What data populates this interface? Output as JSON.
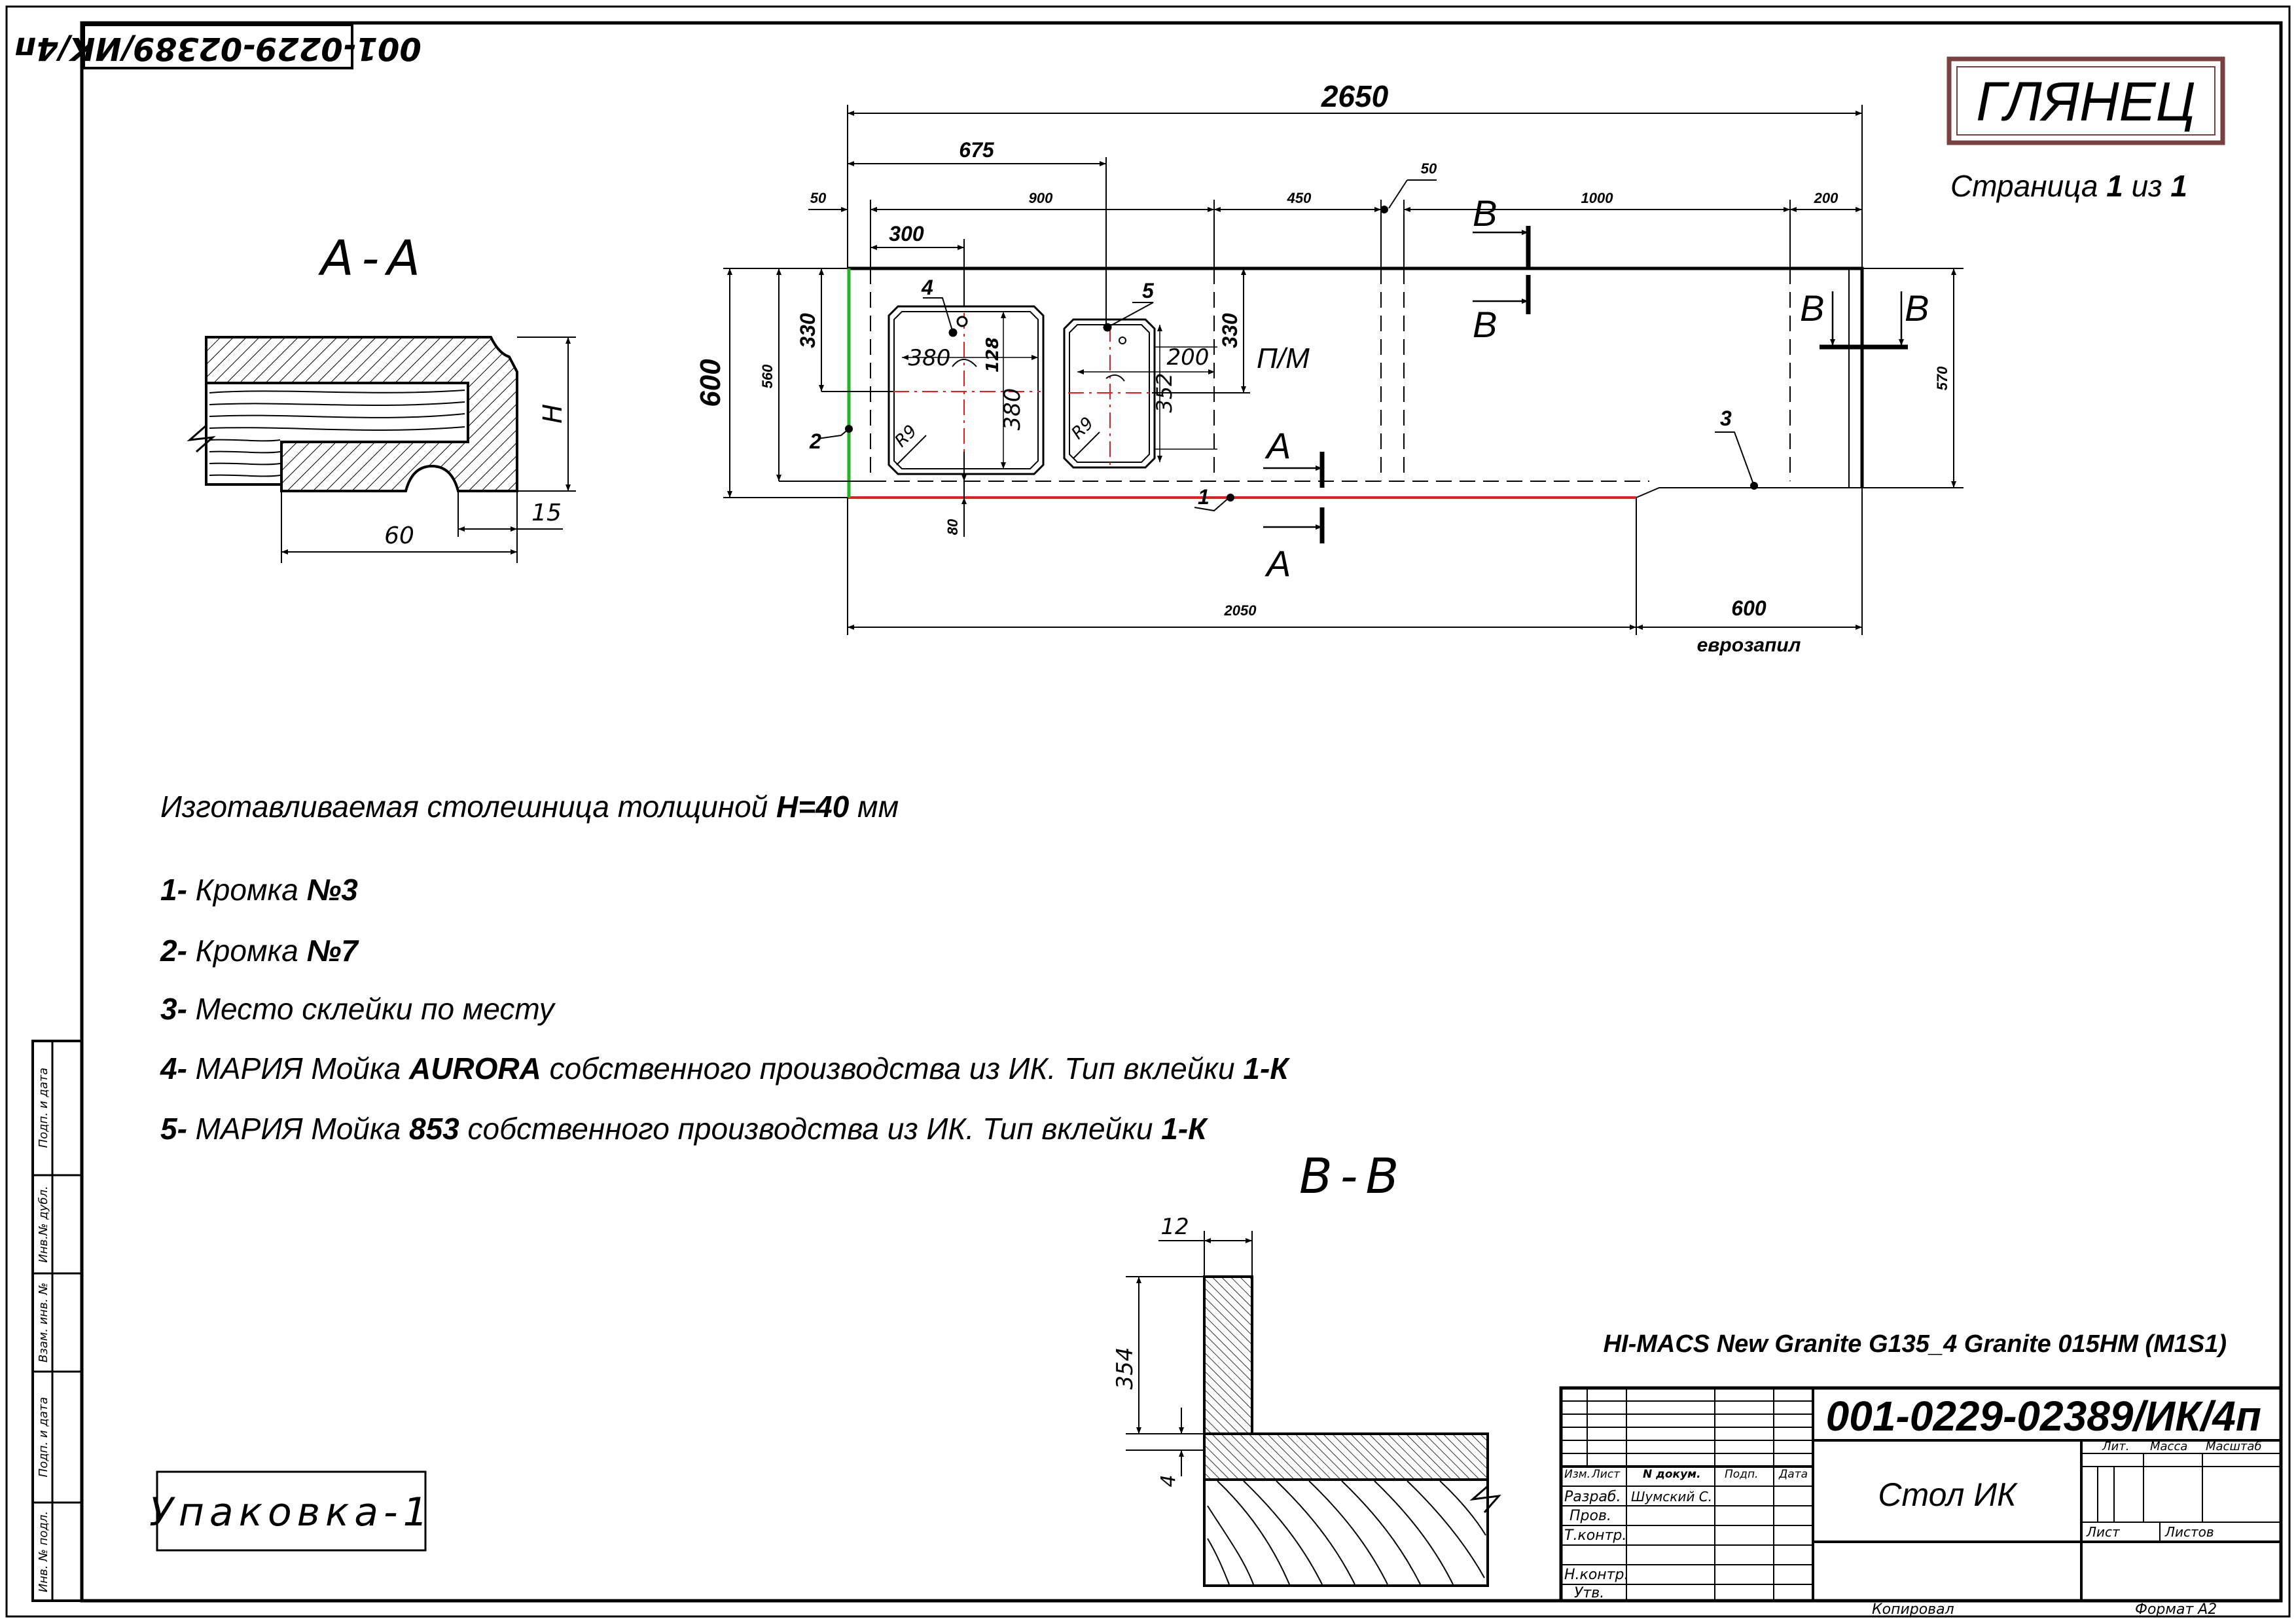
{
  "stamp": {
    "code_rotated": "001-0229-02389/ИК/4п"
  },
  "finish_badge": "ГЛЯНЕЦ",
  "page_info": {
    "prefix": "Страница ",
    "num": "1",
    "mid": " из ",
    "total": "1"
  },
  "sections": {
    "a": "А-А",
    "b": "В-В",
    "aa_cut": "А",
    "bb_cut": "В"
  },
  "dims": {
    "total_width": "2650",
    "d675": "675",
    "d50_left": "50",
    "d900": "900",
    "d450": "450",
    "d50_right": "50",
    "d1000": "1000",
    "d200": "200",
    "d300": "300",
    "d600_depth": "600",
    "d560": "560",
    "d330_left": "330",
    "d330_right": "330",
    "d570": "570",
    "d80": "80",
    "d2050": "2050",
    "d600_bottom": "600",
    "sink1_w": "380",
    "sink1_h": "380",
    "sink1_off": "128",
    "sink2_w": "200",
    "sink2_h": "352",
    "radius": "R9",
    "aa_h": "H",
    "aa_60": "60",
    "aa_15": "15",
    "bb_12": "12",
    "bb_354": "354",
    "bb_4": "4"
  },
  "labels": {
    "pm": "П/М",
    "eurozapil": "еврозапил",
    "c1": "1",
    "c2": "2",
    "c3": "3",
    "c4": "4",
    "c5": "5"
  },
  "notes": {
    "thickness": {
      "text": "Изготавливаемая столешница толщиной ",
      "bold": "H=40",
      "unit": " мм"
    },
    "n1": {
      "num": "1-",
      "text": " Кромка ",
      "bold": "№3"
    },
    "n2": {
      "num": "2-",
      "text": " Кромка ",
      "bold": "№7"
    },
    "n3": {
      "num": "3-",
      "text": " Место склейки по месту"
    },
    "n4": {
      "num": "4-",
      "pre": " МАРИЯ Мойка ",
      "bold": "AURORA",
      "post": " собственного производства из ИК. Тип вклейки ",
      "type": "1-К"
    },
    "n5": {
      "num": "5-",
      "pre": " МАРИЯ Мойка ",
      "bold": "853",
      "post": " собственного производства из ИК. Тип вклейки ",
      "type": "1-К"
    }
  },
  "package_label": "Упаковка-1",
  "material": "HI-MACS New Granite G135_4 Granite 015HM (M1S1)",
  "title_block": {
    "doc_code": "001-0229-02389/ИК/4п",
    "product": "Стол ИК",
    "headers": {
      "izm": "Изм.",
      "list": "Лист",
      "ndoc": "N докум.",
      "podp": "Подп.",
      "data": "Дата"
    },
    "roles": {
      "razrab": "Разраб.",
      "prov": "Пров.",
      "tkontr": "Т.контр.",
      "nkontr": "Н.контр.",
      "utv": "Утв."
    },
    "developer": "Шумский С.",
    "lit": "Лит.",
    "massa": "Масса",
    "masshtab": "Масштаб",
    "sheet": "Лист",
    "sheets": "Листов",
    "copied": "Копировал",
    "format": "Формат A2"
  },
  "side_strip": [
    "Подп. и дата",
    "Инв.№ дубл.",
    "Взам. инв. №",
    "Подп. и дата",
    "Инв. № подл."
  ],
  "colors": {
    "edge_3": "#e02020",
    "edge_7": "#22b422",
    "sink_axis": "#e02020",
    "badge_border": "#7a4040"
  }
}
